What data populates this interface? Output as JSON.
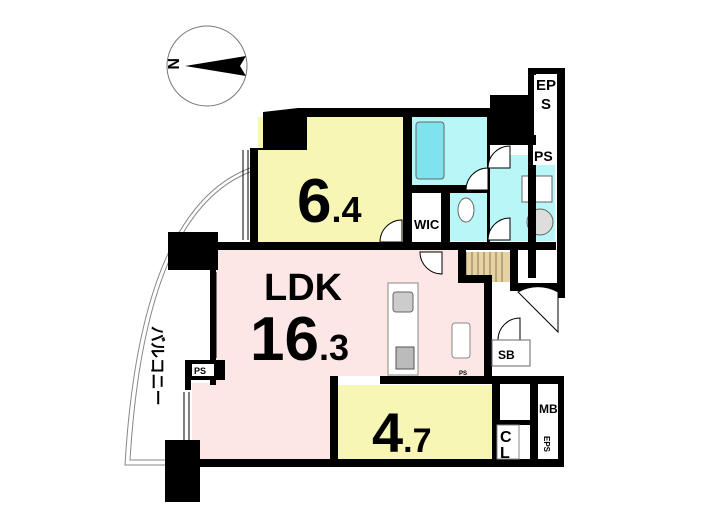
{
  "compass": {
    "north_label": "N"
  },
  "rooms": {
    "western_room": {
      "size_main": "6",
      "size_decimal": ".4"
    },
    "ldk": {
      "name": "LDK",
      "size_main": "16",
      "size_decimal": ".3"
    },
    "western_room_2": {
      "size_main": "4",
      "size_decimal": ".7"
    }
  },
  "labels": {
    "wic": "WIC",
    "eps_top": "EPS",
    "ps_top": "PS",
    "ps_balcony": "PS",
    "ps_kitchen": "PS",
    "sb": "SB",
    "mb": "MB",
    "cl_c": "C",
    "cl_l": "L",
    "eps_bottom": "EPS",
    "balcony": "バルコニー"
  },
  "colors": {
    "western": "#f7f6b4",
    "ldk": "#fde6e6",
    "wet": "#b8f6f8",
    "bathtub": "#7fe3ee",
    "entrance": "#e6d3a3",
    "wall": "#000000"
  }
}
